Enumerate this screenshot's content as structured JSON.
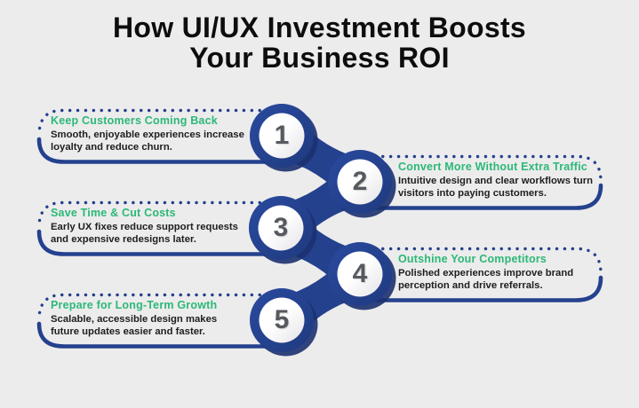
{
  "title": "How UI/UX Investment Boosts\nYour Business ROI",
  "items": [
    {
      "number": "1",
      "heading": "Keep Customers Coming Back",
      "body": "Smooth, enjoyable experiences increase\nloyalty and reduce churn."
    },
    {
      "number": "2",
      "heading": "Convert More Without Extra Traffic",
      "body": "Intuitive design and clear workflows turn\nvisitors into paying customers."
    },
    {
      "number": "3",
      "heading": "Save Time & Cut Costs",
      "body": "Early UX fixes reduce support requests\nand expensive redesigns later."
    },
    {
      "number": "4",
      "heading": "Outshine Your Competitors",
      "body": "Polished experiences improve brand\nperception and drive referrals."
    },
    {
      "number": "5",
      "heading": "Prepare for Long-Term Growth",
      "body": "Scalable, accessible design makes\nfuture updates easier and faster."
    }
  ],
  "colors": {
    "accent_blue": "#24418E",
    "accent_blue_shadow": "#1C316F",
    "accent_green": "#2CB878",
    "number_gray": "#56595E",
    "body_text": "#1E1E1E",
    "background": "#ECECEC"
  }
}
